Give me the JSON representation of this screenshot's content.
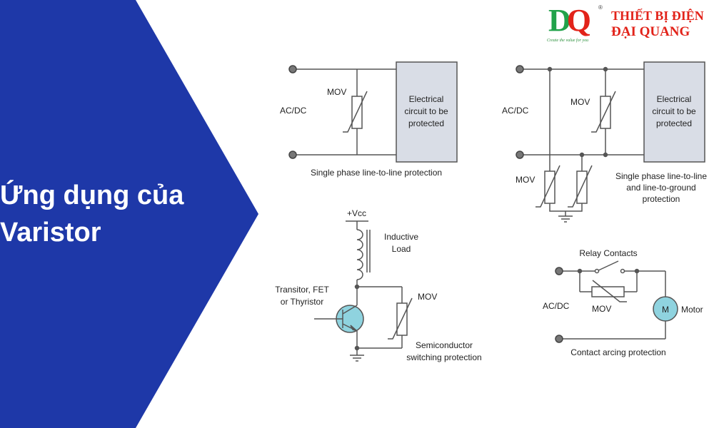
{
  "hero": {
    "title_line1": "Ứng dụng của",
    "title_line2": "Varistor",
    "panel_color": "#1e38a8"
  },
  "logo": {
    "mark_d": "D",
    "mark_q": "Q",
    "registered": "®",
    "slogan": "Create the value for you",
    "name_line1": "THIẾT BỊ ĐIỆN",
    "name_line2": "ĐẠI QUANG",
    "brand_red": "#e2231a",
    "brand_green": "#21a24a"
  },
  "diagram": {
    "colors": {
      "wire": "#555555",
      "box_fill": "#d9dde6",
      "transistor_fill": "#8fd3df"
    },
    "circuit1": {
      "source_label": "AC/DC",
      "mov_label": "MOV",
      "box_text": [
        "Electrical",
        "circuit to be",
        "protected"
      ],
      "caption": "Single phase line-to-line protection"
    },
    "circuit2": {
      "source_label": "AC/DC",
      "mov_label_top": "MOV",
      "mov_label_bottom": "MOV",
      "box_text": [
        "Electrical",
        "circuit to be",
        "protected"
      ],
      "caption": [
        "Single phase line-to-line",
        "and line-to-ground",
        "protection"
      ]
    },
    "circuit3": {
      "vcc_label": "+Vcc",
      "load_label": [
        "Inductive",
        "Load"
      ],
      "switch_label": [
        "Transitor, FET",
        "or Thyristor"
      ],
      "mov_label": "MOV",
      "caption": [
        "Semiconductor",
        "switching protection"
      ]
    },
    "circuit4": {
      "relay_label": "Relay Contacts",
      "source_label": "AC/DC",
      "mov_label": "MOV",
      "motor_symbol": "M",
      "motor_label": "Motor",
      "caption": "Contact arcing protection"
    }
  }
}
